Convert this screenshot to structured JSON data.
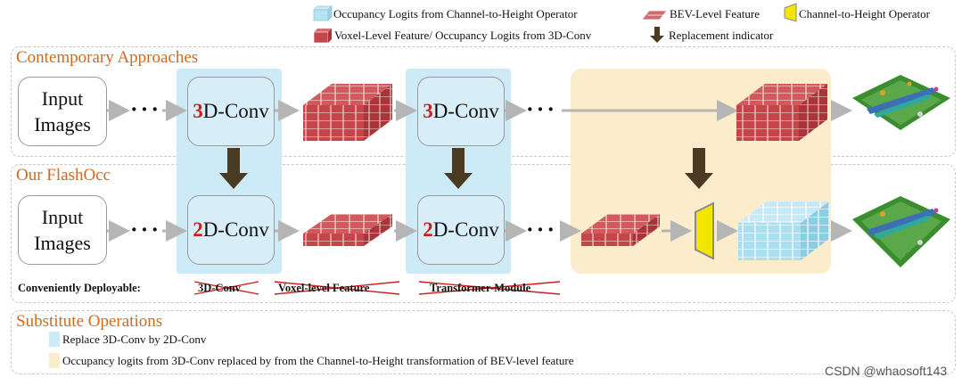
{
  "legend": {
    "occupancy_c2h": "Occupancy Logits from Channel-to-Height Operator",
    "bev_feature": "BEV-Level Feature",
    "c2h_operator": "Channel-to-Height Operator",
    "voxel_feature": "Voxel-Level Feature/ Occupancy Logits from 3D-Conv",
    "replacement": "Replacement indicator"
  },
  "sections": {
    "contemporary": "Contemporary Approaches",
    "flashocc": "Our FlashOcc",
    "substitute": "Substitute Operations"
  },
  "blocks": {
    "input_images": "Input\nImages",
    "conv_digit_3": "3",
    "conv_digit_2": "2",
    "conv_suffix": "D-Conv",
    "dots": "···"
  },
  "deploy": {
    "label": "Conveniently Deployable:",
    "items": [
      "3D-Conv",
      "Voxel-level Feature",
      "Transformer-Module"
    ]
  },
  "substitute_items": [
    "Replace 3D-Conv by 2D-Conv",
    "Occupancy logits from 3D-Conv replaced by from the Channel-to-Height transformation of BEV-level feature"
  ],
  "watermark": "CSDN @whaosoft143",
  "colors": {
    "accent_title": "#d2691e",
    "highlight_blue": "#cdeaf7",
    "highlight_yellow": "#fbeccb",
    "brick_red": "#c4464a",
    "logit_blue": "#a9dff1",
    "c2h_yellow": "#f2e600",
    "arrow_dark": "#4b3b22",
    "digit_red": "#cc1f1f"
  }
}
